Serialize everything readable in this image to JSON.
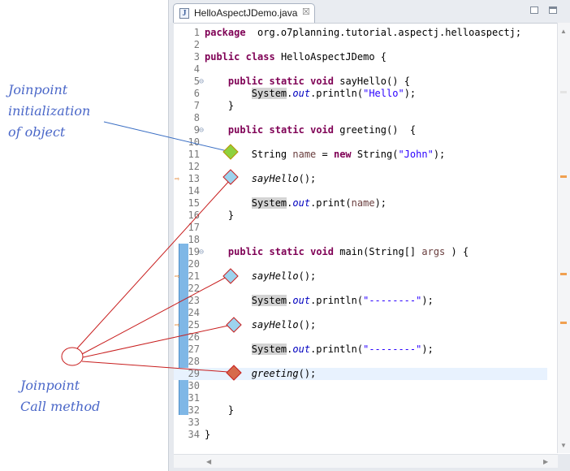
{
  "tab": {
    "title": "HelloAspectJDemo.java",
    "file_icon_glyph": "J",
    "close_glyph": "☒"
  },
  "annotations": {
    "init_label": [
      "Joinpoint",
      "initialization",
      "of object"
    ],
    "call_label": [
      "Joinpoint",
      "Call method"
    ]
  },
  "colors": {
    "annotation_text": "#4a67c8",
    "leader_line_init": "#3b6fc4",
    "leader_line_call": "#c81e1e",
    "diamond_init": "#8ed13e",
    "diamond_call": "#9cd3ee",
    "diamond_greeting": "#d66a4c",
    "aspectj_bar": "#7fb7e6",
    "keyword": "#7f0055",
    "string": "#2a00ff"
  },
  "code": {
    "lines": [
      {
        "n": "1",
        "segs": [
          [
            "kw",
            "package"
          ],
          [
            "",
            "  org.o7planning.tutorial.aspectj.helloaspectj;"
          ]
        ]
      },
      {
        "n": "2",
        "segs": []
      },
      {
        "n": "3",
        "segs": [
          [
            "kw",
            "public"
          ],
          [
            "",
            " "
          ],
          [
            "kw",
            "class"
          ],
          [
            "",
            " HelloAspectJDemo {"
          ]
        ]
      },
      {
        "n": "4",
        "segs": []
      },
      {
        "n": "5",
        "fold": "⊖",
        "segs": [
          [
            "",
            "    "
          ],
          [
            "kw",
            "public"
          ],
          [
            "",
            " "
          ],
          [
            "kw",
            "static"
          ],
          [
            "",
            " "
          ],
          [
            "kw",
            "void"
          ],
          [
            "",
            " sayHello() {"
          ]
        ]
      },
      {
        "n": "6",
        "segs": [
          [
            "",
            "        "
          ],
          [
            "cls",
            "System"
          ],
          [
            "",
            "."
          ],
          [
            "fld",
            "out"
          ],
          [
            "",
            ".println("
          ],
          [
            "str",
            "\"Hello\""
          ],
          [
            "",
            ");"
          ]
        ]
      },
      {
        "n": "7",
        "segs": [
          [
            "",
            "    }"
          ]
        ]
      },
      {
        "n": "8",
        "segs": []
      },
      {
        "n": "9",
        "fold": "⊖",
        "segs": [
          [
            "",
            "    "
          ],
          [
            "kw",
            "public"
          ],
          [
            "",
            " "
          ],
          [
            "kw",
            "static"
          ],
          [
            "",
            " "
          ],
          [
            "kw",
            "void"
          ],
          [
            "",
            " greeting()  {"
          ]
        ]
      },
      {
        "n": "10",
        "segs": []
      },
      {
        "n": "11",
        "segs": [
          [
            "",
            "        String "
          ],
          [
            "var",
            "name"
          ],
          [
            "",
            " = "
          ],
          [
            "kw",
            "new"
          ],
          [
            "",
            " String("
          ],
          [
            "str",
            "\"John\""
          ],
          [
            "",
            ");"
          ]
        ]
      },
      {
        "n": "12",
        "segs": []
      },
      {
        "n": "13",
        "marker": true,
        "segs": [
          [
            "",
            "        "
          ],
          [
            "mcall",
            "sayHello"
          ],
          [
            "",
            "();"
          ]
        ]
      },
      {
        "n": "14",
        "segs": []
      },
      {
        "n": "15",
        "segs": [
          [
            "",
            "        "
          ],
          [
            "cls",
            "System"
          ],
          [
            "",
            "."
          ],
          [
            "fld",
            "out"
          ],
          [
            "",
            ".print("
          ],
          [
            "var",
            "name"
          ],
          [
            "",
            ");"
          ]
        ]
      },
      {
        "n": "16",
        "segs": [
          [
            "",
            "    }"
          ]
        ]
      },
      {
        "n": "17",
        "segs": []
      },
      {
        "n": "18",
        "segs": []
      },
      {
        "n": "19",
        "fold": "⊖",
        "segs": [
          [
            "",
            "    "
          ],
          [
            "kw",
            "public"
          ],
          [
            "",
            " "
          ],
          [
            "kw",
            "static"
          ],
          [
            "",
            " "
          ],
          [
            "kw",
            "void"
          ],
          [
            "",
            " main(String[] "
          ],
          [
            "var",
            "args"
          ],
          [
            "",
            " ) {"
          ]
        ]
      },
      {
        "n": "20",
        "segs": []
      },
      {
        "n": "21",
        "marker": true,
        "segs": [
          [
            "",
            "        "
          ],
          [
            "mcall",
            "sayHello"
          ],
          [
            "",
            "();"
          ]
        ]
      },
      {
        "n": "22",
        "segs": []
      },
      {
        "n": "23",
        "segs": [
          [
            "",
            "        "
          ],
          [
            "cls",
            "System"
          ],
          [
            "",
            "."
          ],
          [
            "fld",
            "out"
          ],
          [
            "",
            ".println("
          ],
          [
            "str",
            "\"--------\""
          ],
          [
            "",
            ");"
          ]
        ]
      },
      {
        "n": "24",
        "segs": []
      },
      {
        "n": "25",
        "marker": true,
        "segs": [
          [
            "",
            "        "
          ],
          [
            "mcall",
            "sayHello"
          ],
          [
            "",
            "();"
          ]
        ]
      },
      {
        "n": "26",
        "segs": []
      },
      {
        "n": "27",
        "segs": [
          [
            "",
            "        "
          ],
          [
            "cls",
            "System"
          ],
          [
            "",
            "."
          ],
          [
            "fld",
            "out"
          ],
          [
            "",
            ".println("
          ],
          [
            "str",
            "\"--------\""
          ],
          [
            "",
            ");"
          ]
        ]
      },
      {
        "n": "28",
        "segs": []
      },
      {
        "n": "29",
        "current": true,
        "segs": [
          [
            "",
            "        "
          ],
          [
            "mcall",
            "greeting"
          ],
          [
            "",
            "();"
          ]
        ]
      },
      {
        "n": "30",
        "segs": []
      },
      {
        "n": "31",
        "segs": []
      },
      {
        "n": "32",
        "segs": [
          [
            "",
            "    }"
          ]
        ]
      },
      {
        "n": "33",
        "segs": []
      },
      {
        "n": "34",
        "segs": [
          [
            "",
            "}"
          ]
        ]
      }
    ]
  },
  "scroll": {
    "up_arrow": "▲",
    "down_arrow": "▼",
    "left_arrow": "◀",
    "right_arrow": "▶"
  }
}
